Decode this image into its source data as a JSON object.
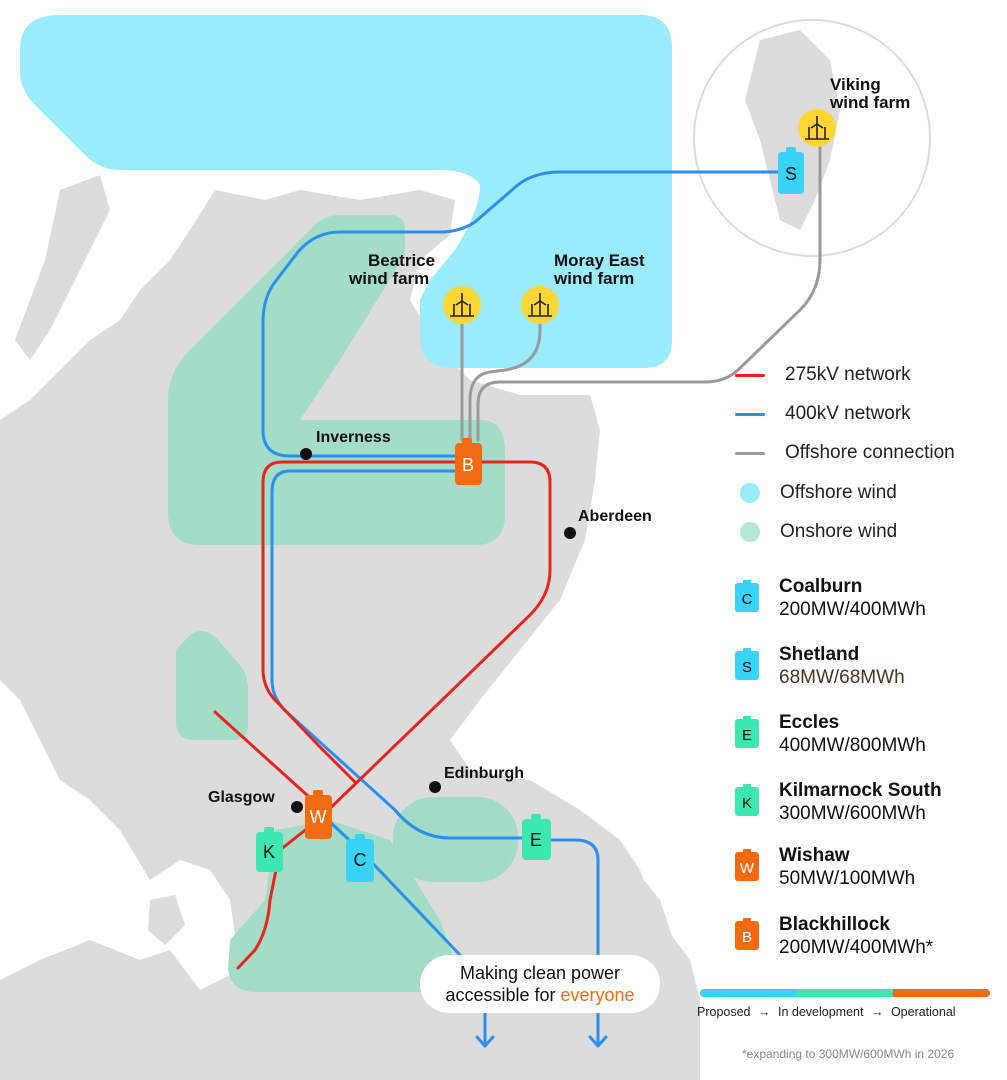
{
  "colors": {
    "network_275kv": "#e8241f",
    "network_400kv": "#2a8ff0",
    "offshore_connection": "#9a9a9a",
    "offshore_wind": "#9aebfb",
    "onshore_wind": "#9fdcc5",
    "land": "#dcdcdc",
    "wind_farm_marker": "#ffd735",
    "accent": "#f26b11"
  },
  "wind_farms": {
    "viking": {
      "line1": "Viking",
      "line2": "wind farm",
      "icon": "wind-turbine-icon"
    },
    "beatrice": {
      "line1": "Beatrice",
      "line2": "wind farm",
      "icon": "wind-turbine-icon"
    },
    "moray_east": {
      "line1": "Moray East",
      "line2": "wind farm",
      "icon": "wind-turbine-icon"
    }
  },
  "cities": {
    "inverness": "Inverness",
    "aberdeen": "Aberdeen",
    "edinburgh": "Edinburgh",
    "glasgow": "Glasgow"
  },
  "map_badges": {
    "shetland": "S",
    "blackhillock": "B",
    "wishaw": "W",
    "kilmarnock": "K",
    "coalburn": "C",
    "eccles": "E"
  },
  "legend": {
    "items": [
      {
        "label": "275kV network",
        "kind": "line",
        "color": "#e8241f"
      },
      {
        "label": "400kV network",
        "kind": "line",
        "color": "#2a8ff0"
      },
      {
        "label": "Offshore connection",
        "kind": "line",
        "color": "#9a9a9a"
      },
      {
        "label": "Offshore wind",
        "kind": "dot",
        "color": "#9aebfb"
      },
      {
        "label": "Onshore wind",
        "kind": "dot",
        "color": "#b6e8d5"
      }
    ]
  },
  "batteries": [
    {
      "letter": "C",
      "name": "Coalburn",
      "capacity": "200MW/400MWh",
      "color": "#38d3f5"
    },
    {
      "letter": "S",
      "name": "Shetland",
      "capacity": "68MW/68MWh",
      "color": "#38d3f5"
    },
    {
      "letter": "E",
      "name": "Eccles",
      "capacity": "400MW/800MWh",
      "color": "#3de8b0"
    },
    {
      "letter": "K",
      "name": "Kilmarnock South",
      "capacity": "300MW/600MWh",
      "color": "#3de8b0"
    },
    {
      "letter": "W",
      "name": "Wishaw",
      "capacity": "50MW/100MWh",
      "color": "#f26b11"
    },
    {
      "letter": "B",
      "name": "Blackhillock",
      "capacity": "200MW/400MWh*",
      "color": "#f26b11"
    }
  ],
  "stages": {
    "proposed": "Proposed",
    "in_development": "In development",
    "operational": "Operational",
    "arrow": "→",
    "colors": [
      "#38d3f5",
      "#3de8b0",
      "#f26b11"
    ]
  },
  "footnote": "*expanding to 300MW/600MWh in 2026",
  "callout": {
    "line1": "Making clean power",
    "line2_prefix": "accessible for ",
    "line2_highlight": "everyone"
  }
}
